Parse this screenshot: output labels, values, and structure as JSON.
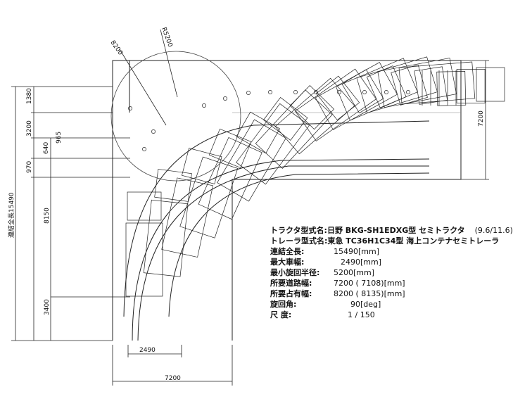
{
  "dimensions": {
    "top_radius_label": "R5200",
    "top_width_label": "8200",
    "left_1380": "1380",
    "left_3200": "3200",
    "left_640": "640",
    "left_965": "965",
    "left_970": "970",
    "left_8150": "8150",
    "left_3400": "3400",
    "total_length_label": "連結全長15490",
    "right_7200": "7200",
    "bottom_2490": "2490",
    "bottom_7200": "7200"
  },
  "spec": {
    "tractor": {
      "label": "トラクタ型式名:",
      "value": "日野 BKG-SH1EDXG型 セミトラクタ",
      "extra": "(9.6/11.6)"
    },
    "trailer": {
      "label": "トレーラ型式名:",
      "value": "東急 TC36H1C34型 海上コンテナセミトレーラ"
    },
    "rows": [
      {
        "label": "連結全長:",
        "value": "15490[mm]"
      },
      {
        "label": "最大車幅:",
        "value": "2490[mm]"
      },
      {
        "label": "最小旋回半径:",
        "value": "5200[mm]"
      },
      {
        "label": "所要道路幅:",
        "value": "7200 ( 7108)[mm]"
      },
      {
        "label": "所要占有幅:",
        "value": "8200 ( 8135)[mm]"
      },
      {
        "label": "旋回角:",
        "value": "90[deg]"
      },
      {
        "label": "尺  度:",
        "value": "1 / 150"
      }
    ]
  }
}
